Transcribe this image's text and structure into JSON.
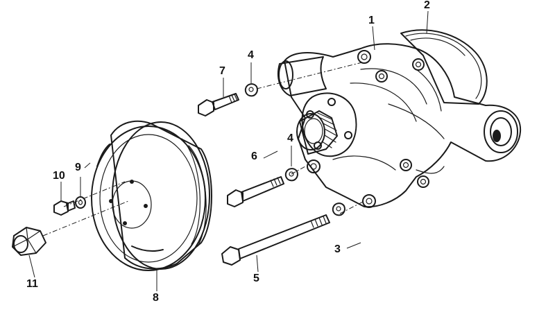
{
  "callouts": {
    "p1": "1",
    "p2": "2",
    "p3": "3",
    "p4a": "4",
    "p4b": "4",
    "p5": "5",
    "p6": "6",
    "p7": "7",
    "p8": "8",
    "p9": "9",
    "p10": "10",
    "p11": "11"
  }
}
